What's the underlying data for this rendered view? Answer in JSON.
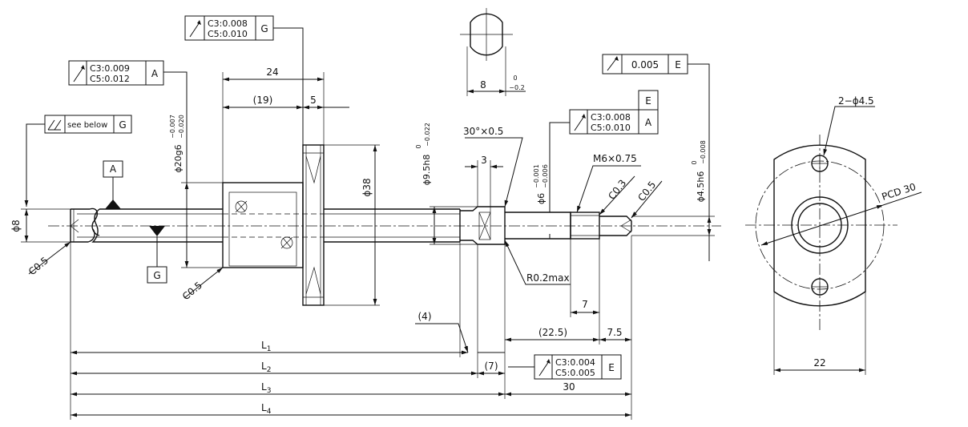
{
  "tolerance_frames": {
    "nut_runout": {
      "line1": "C3:0.008",
      "line2": "C5:0.010",
      "datum": "G"
    },
    "flange_runout": {
      "line1": "C3:0.009",
      "line2": "C5:0.012",
      "datum": "A"
    },
    "shaft_runout": {
      "text": "see below",
      "datum": "G"
    },
    "end_runout": {
      "value": "0.005",
      "datum": "E"
    },
    "step_runout": {
      "line1": "C3:0.008",
      "line2": "C5:0.010",
      "datum": "A",
      "datum_top": "E"
    },
    "bottom_runout": {
      "line1": "C3:0.004",
      "line2": "C5:0.005",
      "datum": "E"
    }
  },
  "datum_labels": {
    "a": "A",
    "g": "G"
  },
  "dimensions": {
    "d24": "24",
    "d19": "(19)",
    "d5": "5",
    "d38": "ϕ38",
    "d8_dia": "ϕ8",
    "d20": "ϕ20g6",
    "d20_upper": "−0.007",
    "d20_lower": "−0.020",
    "d95": "ϕ9.5h8",
    "d95_upper": "0",
    "d95_lower": "−0.022",
    "d6": "ϕ6",
    "d6_upper": "−0.001",
    "d6_lower": "−0.006",
    "d45": "ϕ4.5h6",
    "d45_upper": "0",
    "d45_lower": "−0.008",
    "chamfer30": "30°×0.5",
    "d3": "3",
    "m6": "M6×0.75",
    "c03": "C0.3",
    "c05_right": "C0.5",
    "c05_left": "C0.5",
    "c05_nut": "C0.5",
    "r02": "R0.2max",
    "d7": "7",
    "d4": "(4)",
    "d225": "(22.5)",
    "d75": "7.5",
    "d7p": "(7)",
    "d30": "30",
    "L1": "L",
    "L1_sub": "1",
    "L2": "L",
    "L2_sub": "2",
    "L3": "L",
    "L3_sub": "3",
    "L4": "L",
    "L4_sub": "4",
    "key_width": "8",
    "key_upper": "0",
    "key_lower": "−0.2",
    "holes": "2−ϕ4.5",
    "pcd": "PCD 30",
    "flange_width": "22"
  }
}
